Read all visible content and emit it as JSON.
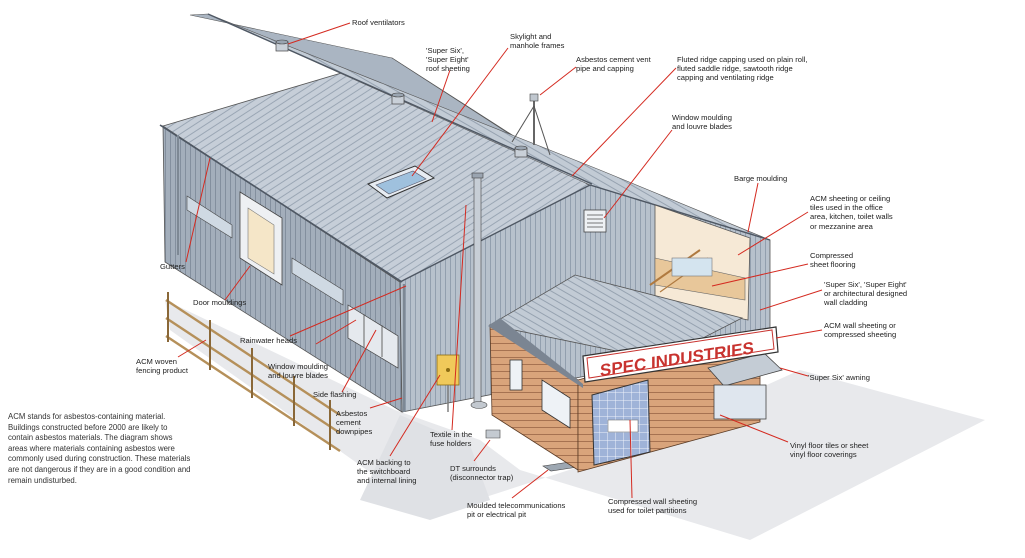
{
  "sign": "SPEC INDUSTRIES",
  "note": "ACM stands for asbestos-containing material.\nBuildings constructed before 2000 are likely to\ncontain asbestos materials. The diagram shows\nareas where materials containing asbestos were\ncommonly used during construction. These materials\nare not dangerous if they are in a good condition and\nremain undisturbed.",
  "labels": {
    "roof_ventilators": "Roof ventilators",
    "skylight": "Skylight and\nmanhole frames",
    "super_six_roof": "'Super Six',\n'Super Eight'\nroof sheeting",
    "vent_pipe": "Asbestos cement vent\npipe and capping",
    "ridge_capping": "Fluted ridge capping used on plain roll,\nfluted saddle ridge, sawtooth ridge\ncapping and ventilating ridge",
    "window_louvre_top": "Window moulding\nand louvre blades",
    "barge_moulding": "Barge moulding",
    "acm_ceiling": "ACM sheeting or ceiling\ntiles used in the office\narea, kitchen, toilet walls\nor mezzanine area",
    "compressed_floor": "Compressed\nsheet flooring",
    "super_six_wall": "'Super Six', 'Super Eight'\nor architectural designed\nwall cladding",
    "acm_wall": "ACM wall sheeting or\ncompressed sheeting",
    "awning": "'Super Six' awning",
    "vinyl": "Vinyl floor tiles or sheet\nvinyl floor coverings",
    "toilet_partitions": "Compressed wall sheeting\nused for toilet partitions",
    "telecom_pit": "Moulded telecommunications\npit or electrical pit",
    "dt_surrounds": "DT surrounds\n(disconnector trap)",
    "textile_fuse": "Textile in the\nfuse holders",
    "acm_backing": "ACM backing to\nthe switchboard\nand internal lining",
    "downpipes": "Asbestos\ncement\ndownpipes",
    "side_flashing": "Side flashing",
    "window_louvre_left": "Window moulding\nand louvre blades",
    "rainwater_heads": "Rainwater heads",
    "gutters": "Gutters",
    "door_mouldings": "Door mouldings",
    "fencing": "ACM woven\nfencing product"
  },
  "colors": {
    "steel": "#b5c0cc",
    "steel_dark": "#97a4b2",
    "steel_light": "#d3dbe3",
    "brick": "#d8a57e",
    "sign_red": "#c8332f",
    "leader": "#d42a20"
  }
}
